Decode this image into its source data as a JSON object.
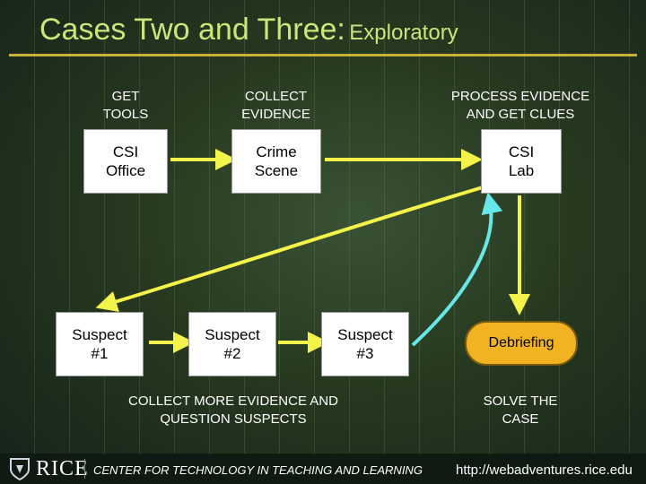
{
  "title": {
    "main": "Cases Two and Three:",
    "sub": "Exploratory"
  },
  "labels": {
    "get_tools": "GET\nTOOLS",
    "collect_evidence": "COLLECT\nEVIDENCE",
    "process_evidence": "PROCESS EVIDENCE\nAND GET CLUES",
    "collect_more": "COLLECT MORE EVIDENCE AND\nQUESTION SUSPECTS",
    "solve_case": "SOLVE THE\nCASE"
  },
  "nodes": {
    "csi_office": "CSI\nOffice",
    "crime_scene": "Crime\nScene",
    "csi_lab": "CSI\nLab",
    "suspect1": "Suspect\n#1",
    "suspect2": "Suspect\n#2",
    "suspect3": "Suspect\n#3",
    "debriefing": "Debriefing"
  },
  "colors": {
    "arrow_yellow": "#f4f34a",
    "arrow_cyan": "#66e8e8",
    "pill": "#f1b321",
    "title": "#c8e67a"
  },
  "footer": {
    "logo_text": "RICE",
    "center_name": "CENTER FOR TECHNOLOGY IN TEACHING AND LEARNING",
    "url": "http://webadventures.rice.edu"
  }
}
